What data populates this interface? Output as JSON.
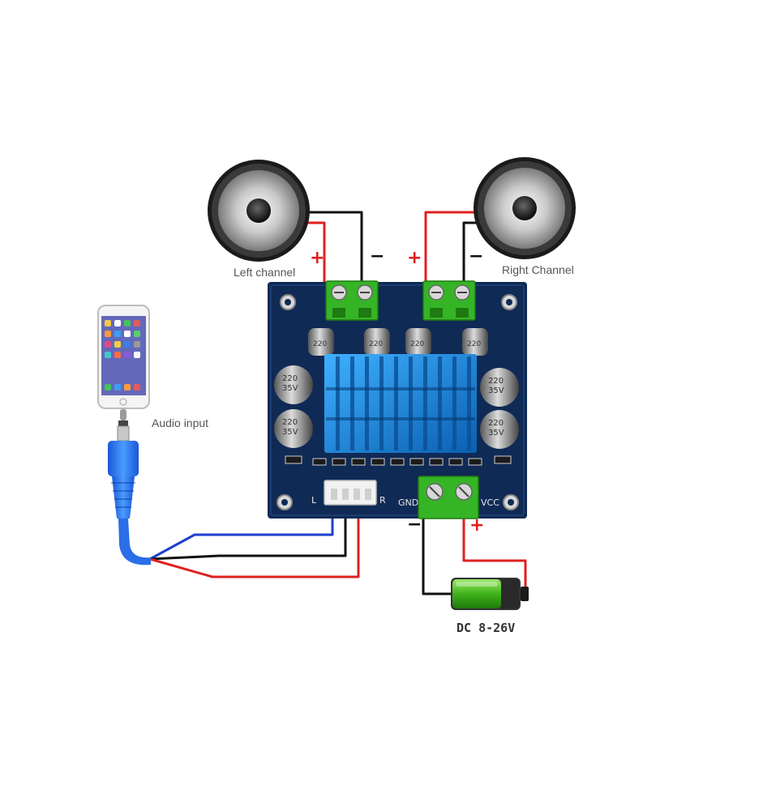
{
  "labels": {
    "left_channel": "Left channel",
    "right_channel": "Right Channel",
    "audio_input": "Audio input",
    "power": "DC 8-26V"
  },
  "signs": {
    "plus": "+",
    "minus": "−"
  },
  "board": {
    "l": "L",
    "r": "R",
    "gnd": "GND",
    "vcc": "VCC",
    "cap_big_left": [
      "220",
      "35V"
    ],
    "cap_big_right": [
      "220",
      "35V"
    ],
    "cap_small": "220"
  },
  "colors": {
    "wire_red": "#e02020",
    "wire_black": "#111111",
    "wire_blue": "#1e3fcf",
    "pcb": "#0f2a55",
    "heatsink": "#1f8fe0",
    "terminal": "#35b526",
    "battery": "#4cc21c"
  }
}
